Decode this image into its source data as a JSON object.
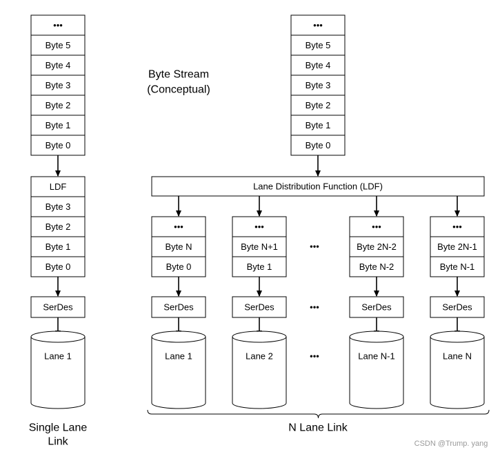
{
  "ellipsis": "•••",
  "left_stream": {
    "cells": [
      "•••",
      "Byte 5",
      "Byte 4",
      "Byte 3",
      "Byte 2",
      "Byte 1",
      "Byte 0"
    ]
  },
  "byte_stream_label": [
    "Byte Stream",
    "(Conceptual)"
  ],
  "right_stream": {
    "cells": [
      "•••",
      "Byte 5",
      "Byte 4",
      "Byte 3",
      "Byte 2",
      "Byte 1",
      "Byte 0"
    ]
  },
  "single_lane": {
    "ldf_cells": [
      "LDF",
      "Byte 3",
      "Byte 2",
      "Byte 1",
      "Byte 0"
    ],
    "serdes": "SerDes",
    "lane": "Lane 1",
    "caption": [
      "Single Lane",
      "Link"
    ]
  },
  "ldf_bar": "Lane Distribution Function (LDF)",
  "lanes": [
    {
      "cells": [
        "•••",
        "Byte N",
        "Byte 0"
      ],
      "serdes": "SerDes",
      "lane": "Lane 1"
    },
    {
      "cells": [
        "•••",
        "Byte N+1",
        "Byte 1"
      ],
      "serdes": "SerDes",
      "lane": "Lane 2"
    },
    {
      "cells": [
        "•••",
        "Byte 2N-2",
        "Byte N-2"
      ],
      "serdes": "SerDes",
      "lane": "Lane N-1"
    },
    {
      "cells": [
        "•••",
        "Byte 2N-1",
        "Byte N-1"
      ],
      "serdes": "SerDes",
      "lane": "Lane N"
    }
  ],
  "n_lane_caption": "N Lane Link",
  "watermark": "CSDN @Trump. yang",
  "colors": {
    "stroke": "#000000",
    "text": "#000000",
    "watermark": "#999999",
    "fill": "#ffffff"
  }
}
